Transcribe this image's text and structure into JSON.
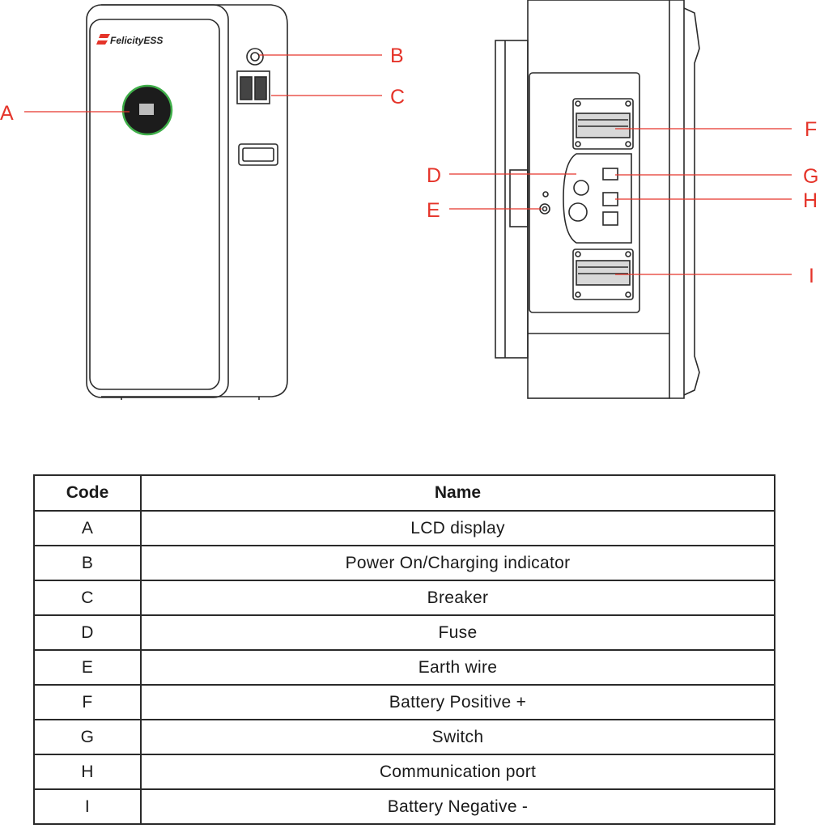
{
  "brand": {
    "logo_text": "FelicityESS"
  },
  "callouts": [
    "A",
    "B",
    "C",
    "D",
    "E",
    "F",
    "G",
    "H",
    "I"
  ],
  "colors": {
    "callout": "#e5342a",
    "line": "#2a2a2a",
    "screen": "#1c1c1c",
    "screen_ring": "#3fae49"
  },
  "table": {
    "headers": {
      "code": "Code",
      "name": "Name"
    },
    "rows": [
      {
        "code": "A",
        "name": "LCD display"
      },
      {
        "code": "B",
        "name": "Power On/Charging indicator"
      },
      {
        "code": "C",
        "name": "Breaker"
      },
      {
        "code": "D",
        "name": "Fuse"
      },
      {
        "code": "E",
        "name": "Earth wire"
      },
      {
        "code": "F",
        "name": "Battery Positive +"
      },
      {
        "code": "G",
        "name": "Switch"
      },
      {
        "code": "H",
        "name": "Communication port"
      },
      {
        "code": "I",
        "name": "Battery Negative -"
      }
    ]
  }
}
